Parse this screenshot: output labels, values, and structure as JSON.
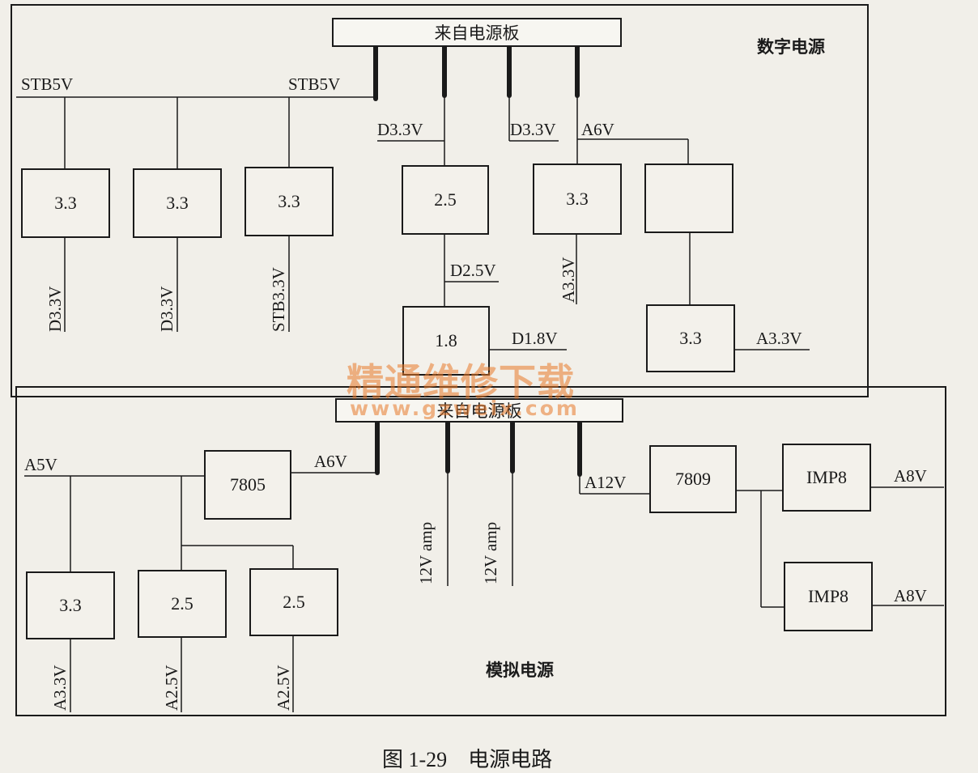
{
  "digital_section": {
    "title": "数字电源",
    "source_bar": "来自电源板",
    "blocks": {
      "reg1": "3.3",
      "reg2": "3.3",
      "reg3": "3.3",
      "reg4": "2.5",
      "reg5": "3.3",
      "reg6": "",
      "reg7": "1.8",
      "reg8": "3.3"
    },
    "labels": {
      "stb5v_left": "STB5V",
      "stb5v_right": "STB5V",
      "d33v_in_a": "D3.3V",
      "d33v_in_b": "D3.3V",
      "a6v_in": "A6V",
      "d33v_out_1": "D3.3V",
      "d33v_out_2": "D3.3V",
      "stb33v_out": "STB3.3V",
      "d25v": "D2.5V",
      "a33v_vert": "A3.3V",
      "d18v": "D1.8V",
      "a33v_right": "A3.3V"
    }
  },
  "analog_section": {
    "title": "模拟电源",
    "source_bar": "来自电源板",
    "blocks": {
      "reg_7805": "7805",
      "reg_7809": "7809",
      "imp8_top": "IMP8",
      "imp8_bottom": "IMP8",
      "reg_a33": "3.3",
      "reg_a25_1": "2.5",
      "reg_a25_2": "2.5"
    },
    "labels": {
      "a5v": "A5V",
      "a6v": "A6V",
      "amp1": "12V amp",
      "amp2": "12V amp",
      "a12v": "A12V",
      "a8v_top": "A8V",
      "a8v_bottom": "A8V",
      "a33v_out": "A3.3V",
      "a25v_out_1": "A2.5V",
      "a25v_out_2": "A2.5V"
    }
  },
  "caption": "图 1-29　电源电路",
  "watermark": {
    "title": "精通维修下载",
    "url": "www.gzweix.com"
  }
}
